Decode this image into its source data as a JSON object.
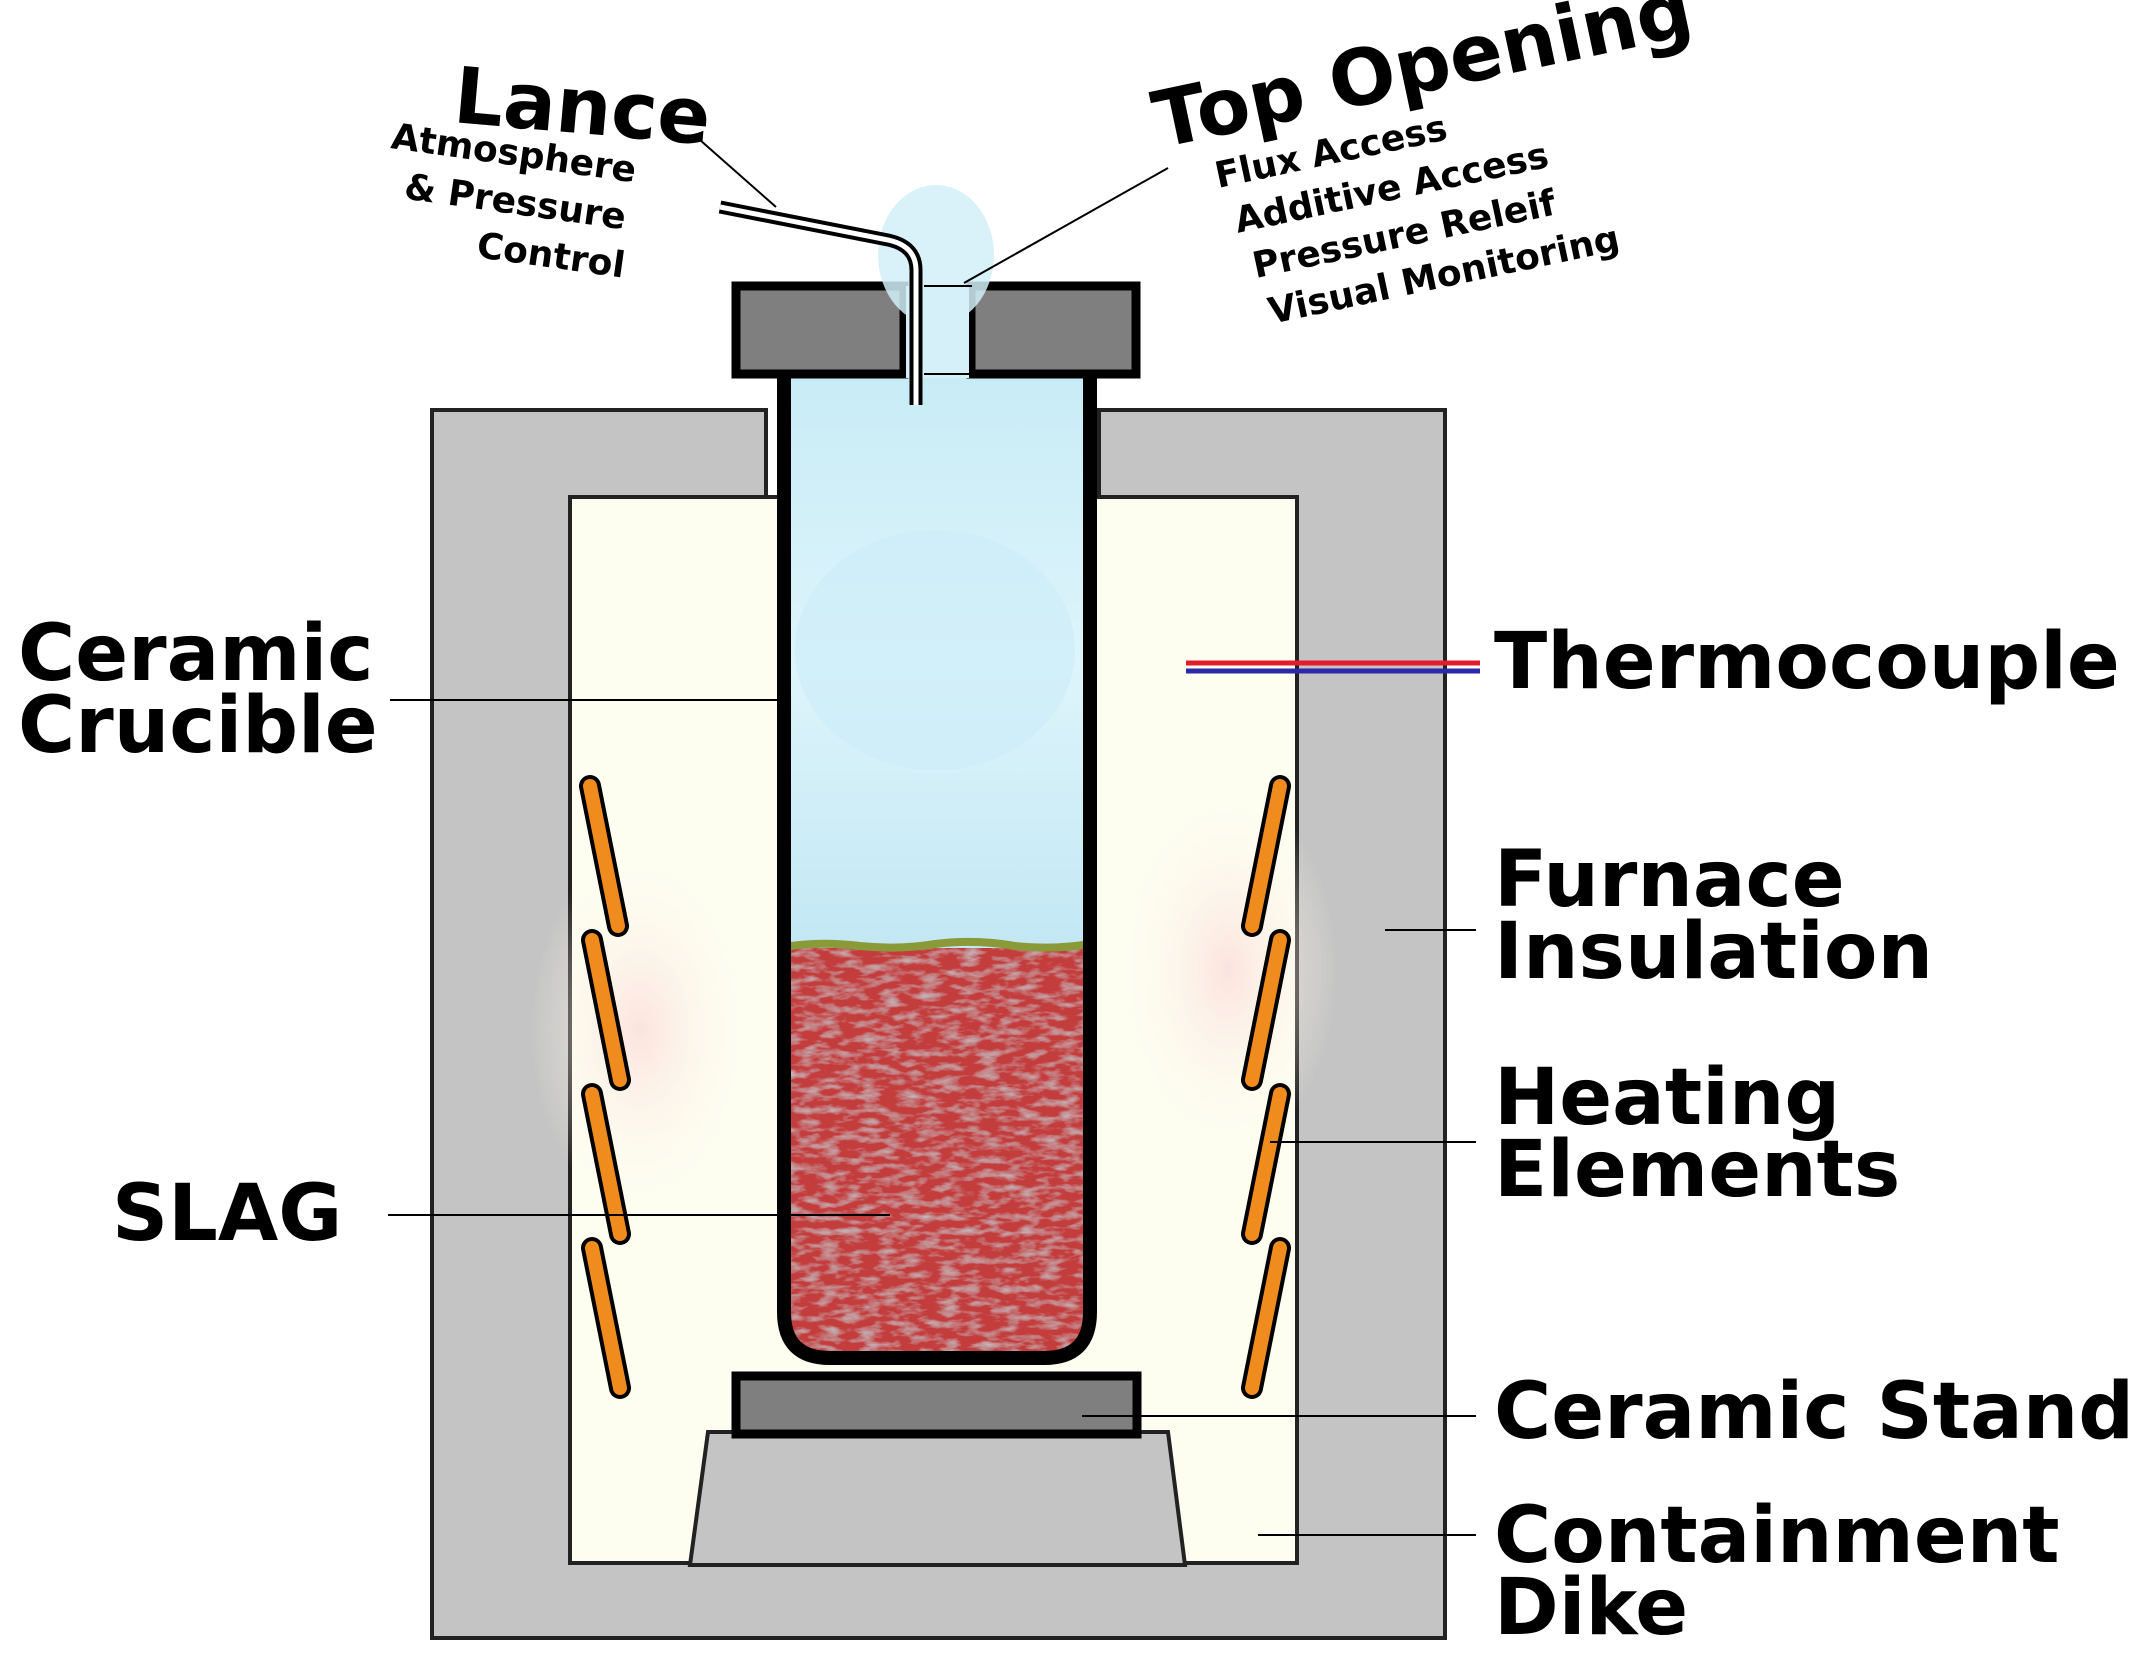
{
  "labels": {
    "lance": "Lance",
    "lance_sub": [
      "Atmosphere",
      "& Pressure",
      "Control"
    ],
    "top_opening": "Top Opening",
    "top_opening_sub": [
      "Flux Access",
      "Additive Access",
      "Pressure Releif",
      "Visual Monitoring"
    ],
    "ceramic_crucible": [
      "Ceramic",
      "Crucible"
    ],
    "thermocouple": "Thermocouple",
    "furnace_insulation": [
      "Furnace",
      "Insulation"
    ],
    "heating_elements": [
      "Heating",
      "Elements"
    ],
    "slag": "SLAG",
    "ceramic_stand": "Ceramic Stand",
    "containment_dike": [
      "Containment",
      "Dike"
    ]
  },
  "colors": {
    "furnace_insulation": "#c4c4c4",
    "furnace_chamber": "#fdfdf0",
    "crucible_gas": "#d6f0fa",
    "slag": "#c43c3c",
    "slag_surface": "#8a9a38",
    "heating_element": "#f08c1e",
    "lid_and_stand": "#7f7f7f",
    "slag_label": "#a01010",
    "thermocouple_red": "#e21c2a",
    "thermocouple_blue": "#2a2aa8"
  }
}
